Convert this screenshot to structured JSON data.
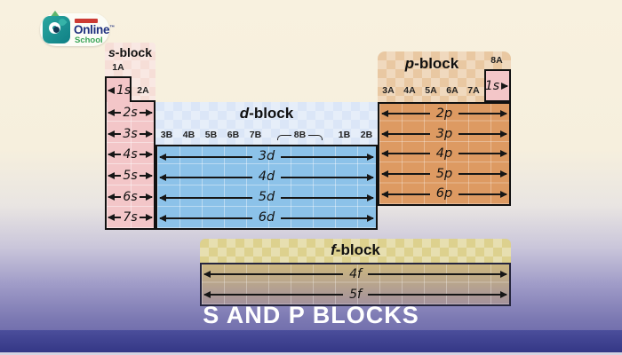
{
  "logo": {
    "name_top": "Online",
    "name_bottom": "School",
    "tm": "™"
  },
  "title": "S AND P BLOCKS",
  "s_block": {
    "title_letter": "s",
    "title_suffix": "-block",
    "group_1a": "1A",
    "group_2a": "2A",
    "cell_1s": "1s",
    "rows": [
      "2s",
      "3s",
      "4s",
      "5s",
      "6s",
      "7s"
    ]
  },
  "d_block": {
    "title_letter": "d",
    "title_suffix": "-block",
    "groups_left": [
      "3B",
      "4B",
      "5B",
      "6B",
      "7B"
    ],
    "group_8b": "8B",
    "groups_right": [
      "1B",
      "2B"
    ],
    "rows": [
      "3d",
      "4d",
      "5d",
      "6d"
    ]
  },
  "p_block": {
    "title_letter": "p",
    "title_suffix": "-block",
    "group_8a": "8A",
    "groups": [
      "3A",
      "4A",
      "5A",
      "6A",
      "7A"
    ],
    "cell_1s": "1s",
    "rows": [
      "2p",
      "3p",
      "4p",
      "5p",
      "6p"
    ]
  },
  "f_block": {
    "title_letter": "f",
    "title_suffix": "-block",
    "rows": [
      "4f",
      "5f"
    ]
  },
  "colors": {
    "s_fill": "#f3c6c8",
    "s_header": "#f6ded7",
    "d_fill": "#8cc2e9",
    "d_header": "#dbe6f7",
    "p_fill": "#dd9a62",
    "p_header": "#e9c8a2",
    "f_header": "#ddd18e",
    "f_fill_top": "#ccb77f",
    "f_fill_bottom": "#a3919c",
    "arrow": "#161616",
    "title_text": "#ffffff",
    "band": "#3d408d"
  }
}
